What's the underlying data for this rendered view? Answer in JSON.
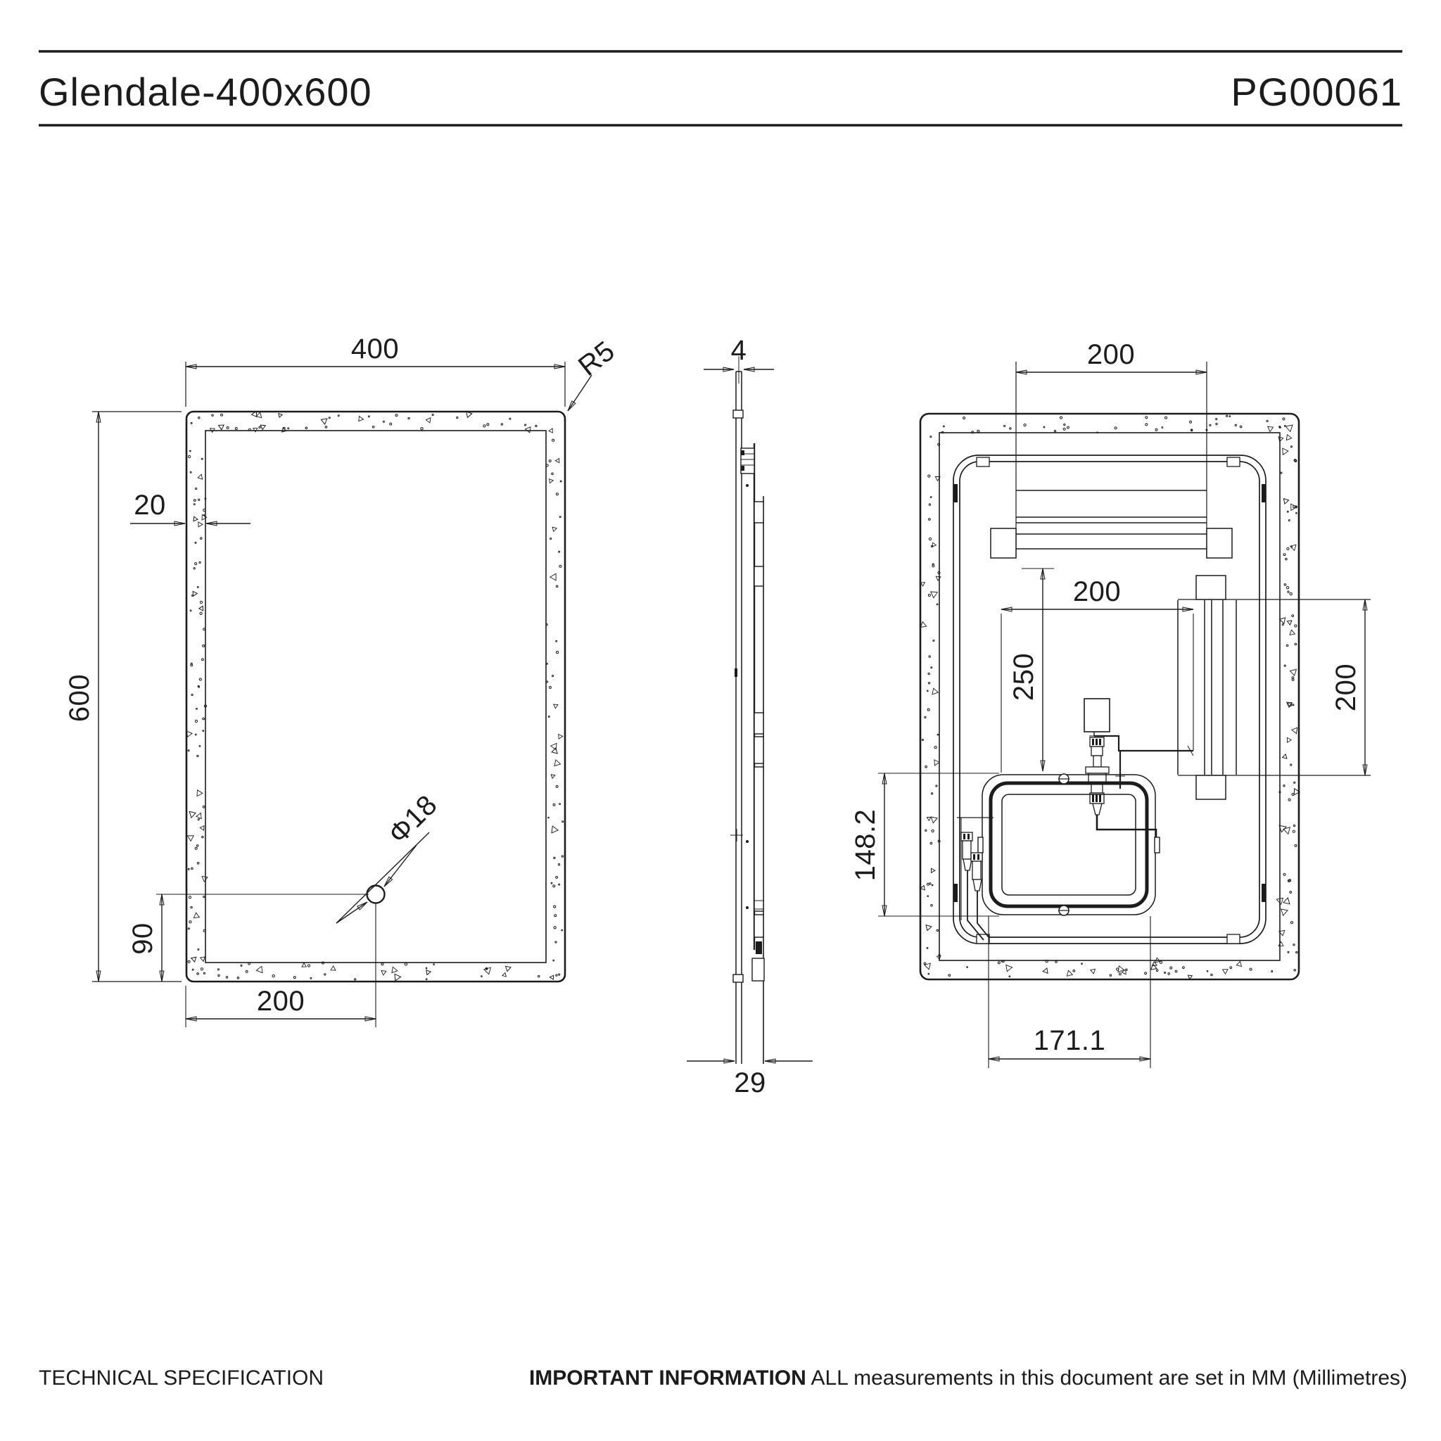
{
  "header": {
    "title": "Glendale-400x600",
    "code": "PG00061"
  },
  "footer": {
    "left": "TECHNICAL SPECIFICATION",
    "important_label": "IMPORTANT INFORMATION",
    "important_text": " ALL measurements in this document are set in MM (Millimetres)"
  },
  "views": {
    "front": {
      "dims": {
        "width": "400",
        "height": "600",
        "frame": "20",
        "corner_radius": "R5",
        "hole_diameter": "Φ18",
        "hole_from_bottom": "90",
        "hole_from_left": "200"
      }
    },
    "side": {
      "dims": {
        "glass_thickness": "4",
        "depth": "29"
      }
    },
    "back": {
      "dims": {
        "led_top_width": "200",
        "inner_width": "200",
        "inner_height": "250",
        "led_right_height": "200",
        "driver_box_height": "148.2",
        "driver_box_width": "171.1"
      }
    }
  }
}
